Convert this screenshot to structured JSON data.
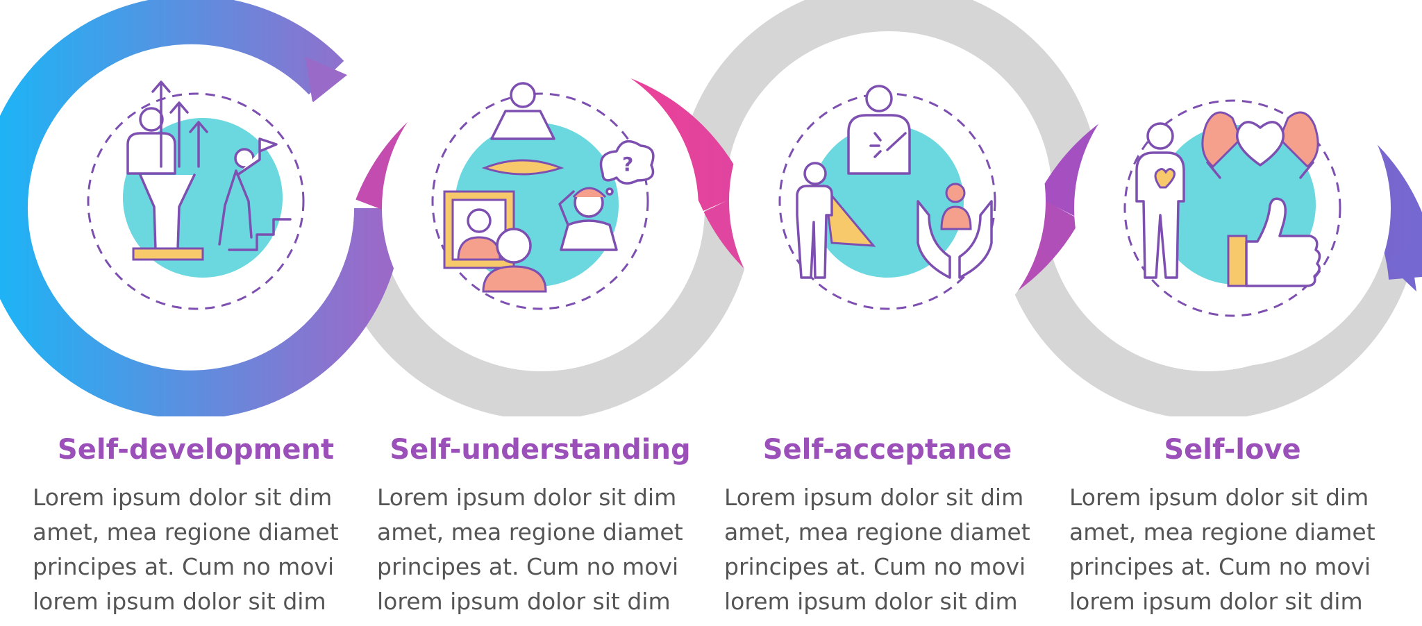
{
  "colors": {
    "grey_ring": "#d6d6d6",
    "title": "#9b4fb8",
    "body_text": "#555555",
    "icon_line": "#7d4fb0",
    "teal": "#6bd8e0",
    "pink_skin": "#f5a08c",
    "yellow": "#f7c96a",
    "gradient": [
      "#1fb3f5",
      "#9a6ac9",
      "#f23f95",
      "#d84aa6",
      "#a24fc0",
      "#7a68cf"
    ]
  },
  "steps": [
    {
      "title": "Self-development",
      "body": "Lorem ipsum dolor sit dim\namet, mea regione diamet\nprincipes at. Cum no movi\nlorem ipsum dolor sit dim",
      "icon": "growth-arrows-stairs-icon"
    },
    {
      "title": "Self-understanding",
      "body": "Lorem ipsum dolor sit dim\namet, mea regione diamet\nprincipes at. Cum no movi\nlorem ipsum dolor sit dim",
      "icon": "meditation-mirror-thinking-icon"
    },
    {
      "title": "Self-acceptance",
      "body": "Lorem ipsum dolor sit dim\namet, mea regione diamet\nprincipes at. Cum no movi\nlorem ipsum dolor sit dim",
      "icon": "hero-hands-baby-icon"
    },
    {
      "title": "Self-love",
      "body": "Lorem ipsum dolor sit dim\namet, mea regione diamet\nprincipes at. Cum no movi\nlorem ipsum dolor sit dim",
      "icon": "heart-hands-thumbs-up-icon"
    }
  ]
}
